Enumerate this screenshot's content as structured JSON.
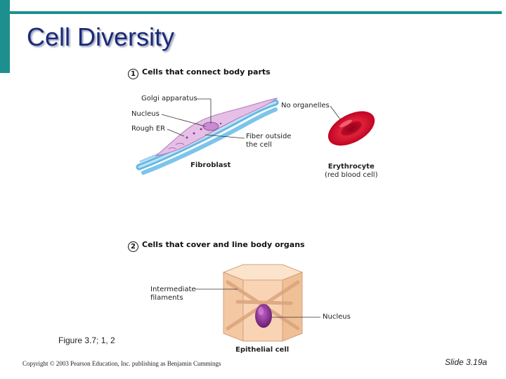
{
  "slide": {
    "title": "Cell Diversity",
    "caption": "Figure 3.7; 1, 2",
    "copyright": "Copyright © 2003 Pearson Education, Inc. publishing as Benjamin Cummings",
    "slide_number": "Slide 3.19a"
  },
  "section1": {
    "number": "1",
    "title": "Cells that connect body parts",
    "labels": {
      "golgi": "Golgi apparatus",
      "nucleus": "Nucleus",
      "rough_er": "Rough ER",
      "fiber_line1": "Fiber outside",
      "fiber_line2": "the cell",
      "no_organelles": "No organelles",
      "fibroblast": "Fibroblast",
      "erythrocyte_line1": "Erythrocyte",
      "erythrocyte_line2": "(red blood cell)"
    }
  },
  "section2": {
    "number": "2",
    "title": "Cells that cover and line body organs",
    "labels": {
      "filaments_line1": "Intermediate",
      "filaments_line2": "filaments",
      "nucleus": "Nucleus",
      "epithelial": "Epithelial cell"
    }
  },
  "colors": {
    "frame_teal": "#1d8f8f",
    "title_blue": "#1a2a78"
  }
}
